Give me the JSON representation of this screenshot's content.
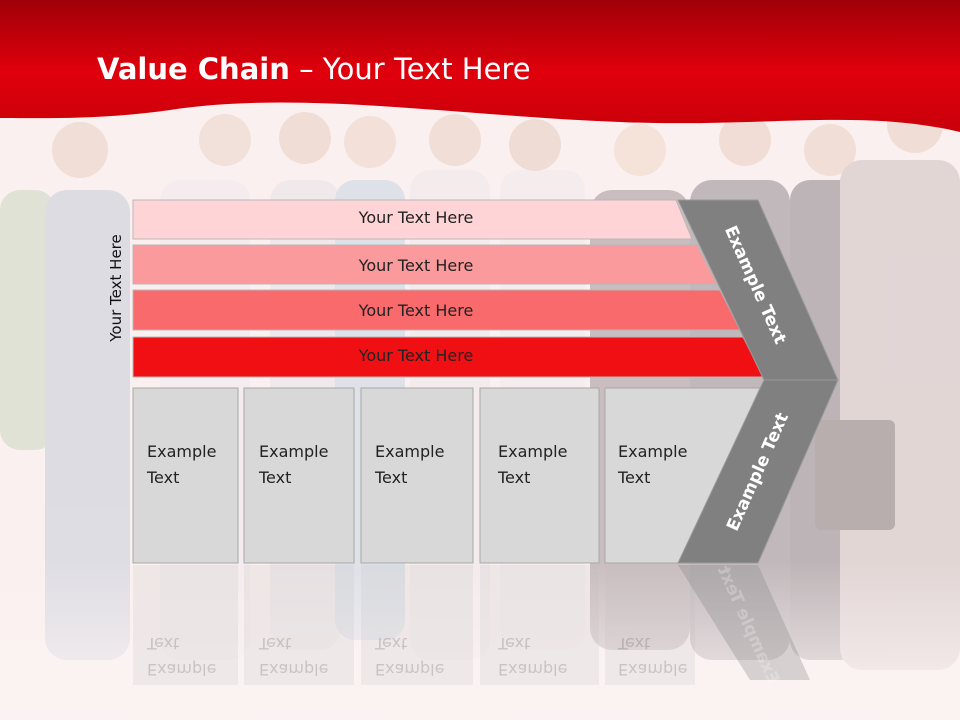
{
  "slide": {
    "title_bold": "Value Chain",
    "title_rest": " – Your Text Here",
    "side_label": "Your Text Here"
  },
  "rows": [
    {
      "label": "Your Text Here",
      "color": "#ffd4d6"
    },
    {
      "label": "Your Text Here",
      "color": "#fa9a9c"
    },
    {
      "label": "Your Text Here",
      "color": "#f86a6c"
    },
    {
      "label": "Your Text Here",
      "color": "#f01014"
    }
  ],
  "boxes": [
    {
      "line1": "Example",
      "line2": "Text"
    },
    {
      "line1": "Example",
      "line2": "Text"
    },
    {
      "line1": "Example",
      "line2": "Text"
    },
    {
      "line1": "Example",
      "line2": "Text"
    },
    {
      "line1": "Example",
      "line2": "Text"
    }
  ],
  "chevrons": {
    "upper_label": "Example Text",
    "lower_label": "Example Text"
  },
  "colors": {
    "header_red": "#d8000a",
    "box_gray": "#d8d8d8",
    "chevron_gray": "#808080"
  }
}
